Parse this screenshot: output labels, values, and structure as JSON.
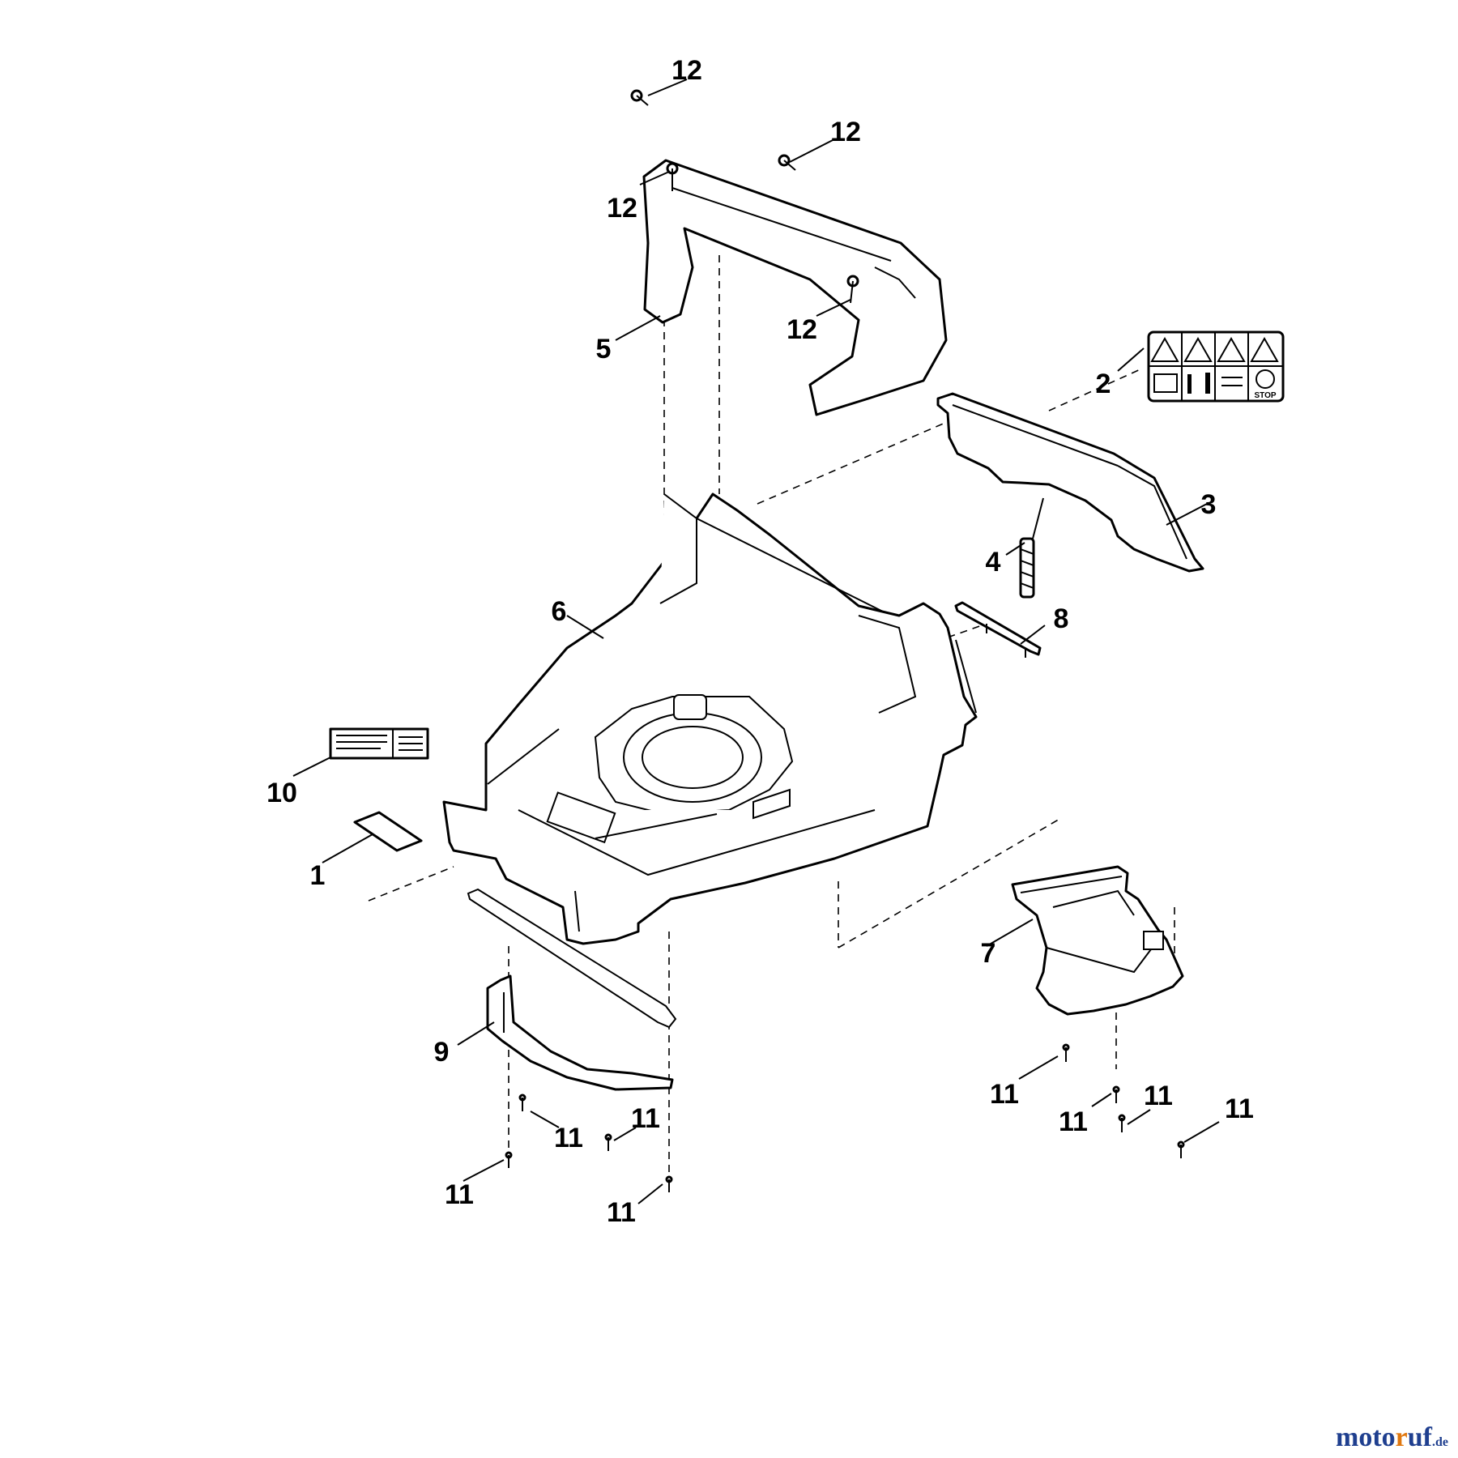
{
  "callouts": {
    "c1": "1",
    "c2": "2",
    "c3": "3",
    "c4": "4",
    "c5": "5",
    "c6": "6",
    "c7": "7",
    "c8": "8",
    "c9": "9",
    "c10": "10",
    "c11": "11",
    "c12": "12"
  },
  "warning_label": {
    "stop_text": "STOP"
  },
  "brand": {
    "main": "moto",
    "accent": "r",
    "rest": "uf",
    "tld": ".de"
  },
  "colors": {
    "line": "#000000",
    "background": "#ffffff",
    "brand_blue": "#1f3f8f",
    "brand_orange": "#e07810"
  }
}
